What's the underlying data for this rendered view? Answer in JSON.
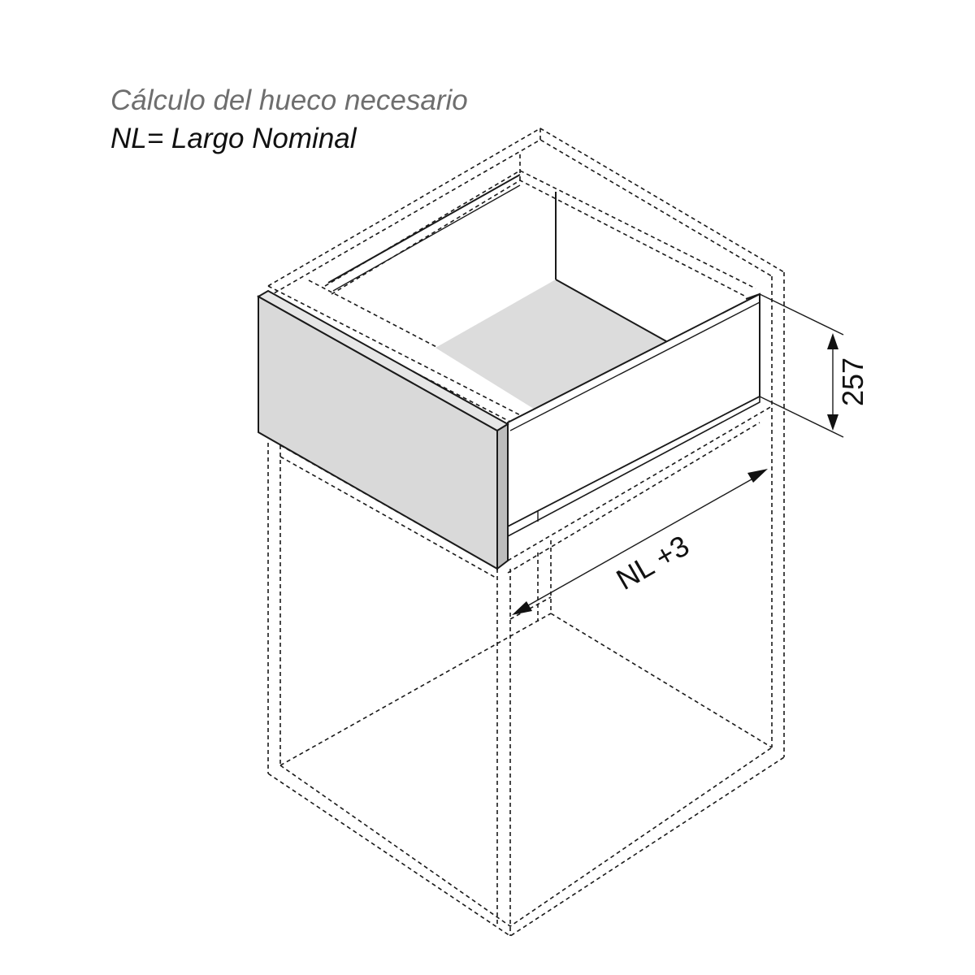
{
  "header": {
    "title": "Cálculo del hueco necesario",
    "subtitle": "NL= Largo Nominal"
  },
  "dimensions": {
    "height": "257",
    "length": "NL +3"
  },
  "colors": {
    "front_panel": "#d9d9d9",
    "drawer_floor": "#dcdcdc",
    "line": "#1a1a1a"
  }
}
